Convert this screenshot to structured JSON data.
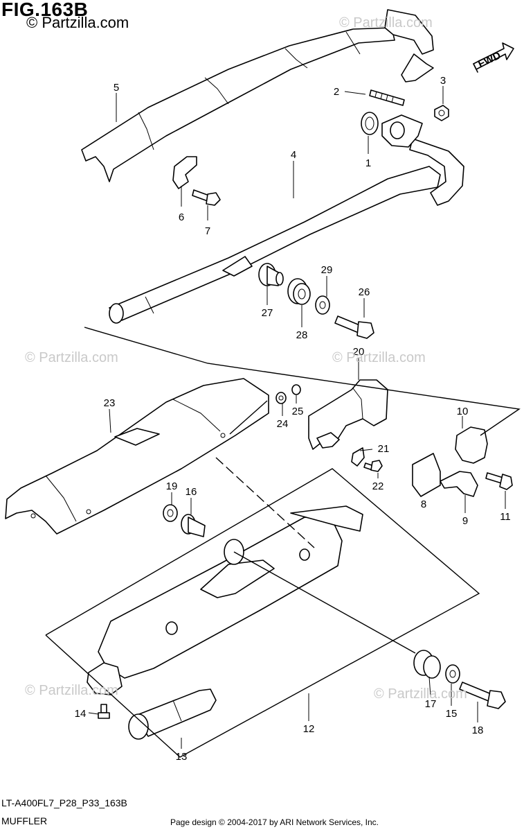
{
  "figure": {
    "title": "FIG.163B",
    "watermark_main": "© Partzilla.com",
    "watermark_faint": "© Partzilla.com",
    "model_code": "LT-A400FL7_P28_P33_163B",
    "section_title": "MUFFLER",
    "credit": "Page design © 2004-2017 by ARI Network Services, Inc.",
    "fwd_label": "FWD"
  },
  "callouts": [
    "1",
    "2",
    "3",
    "4",
    "5",
    "6",
    "7",
    "8",
    "9",
    "10",
    "11",
    "12",
    "13",
    "14",
    "15",
    "16",
    "17",
    "18",
    "19",
    "20",
    "21",
    "22",
    "23",
    "24",
    "25",
    "26",
    "27",
    "28",
    "29"
  ],
  "colors": {
    "line": "#000000",
    "watermark": "#c9c9c9",
    "background": "#ffffff"
  }
}
